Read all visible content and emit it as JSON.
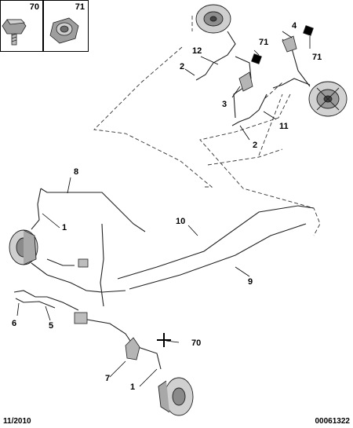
{
  "insets": [
    {
      "number": "70",
      "icon": "bolt-icon"
    },
    {
      "number": "71",
      "icon": "nut-icon"
    }
  ],
  "callouts": {
    "c70_top": "70",
    "c71_top": "71",
    "c2_upper": "2",
    "c12": "12",
    "c71_mid": "71",
    "c4": "4",
    "c71_right": "71",
    "c3": "3",
    "c11": "11",
    "c2_lower": "2",
    "c8": "8",
    "c1_left": "1",
    "c10": "10",
    "c9": "9",
    "c6": "6",
    "c5": "5",
    "c70_bottom": "70",
    "c7": "7",
    "c1_bottom": "1"
  },
  "footer": {
    "date": "11/2010",
    "reference": "00061322"
  }
}
